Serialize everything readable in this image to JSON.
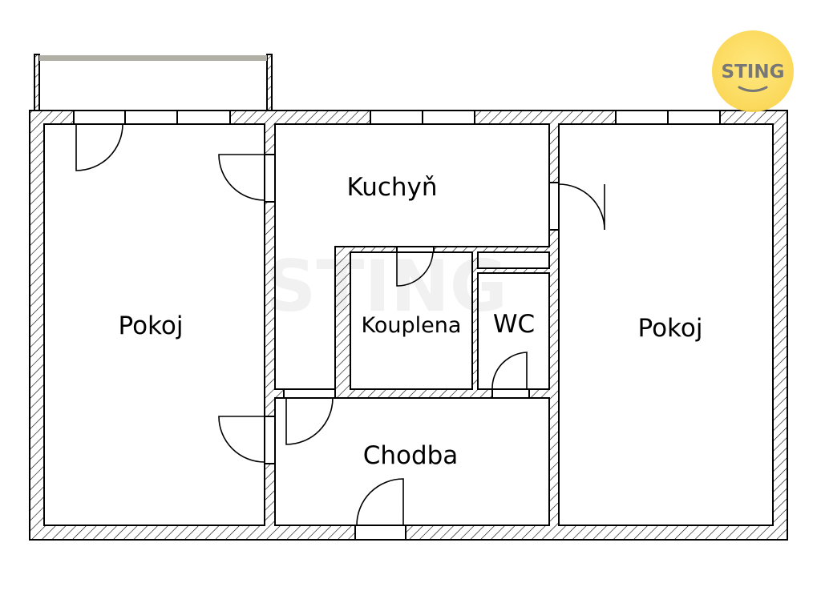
{
  "logo": {
    "text": "STING",
    "color": "#fddc5c",
    "text_color": "#777777"
  },
  "watermark": {
    "text": "STING"
  },
  "rooms": [
    {
      "id": "pokoj-left",
      "label": "Pokoj"
    },
    {
      "id": "kuchyn",
      "label": "Kuchyň"
    },
    {
      "id": "koupelna",
      "label": "Kouplena"
    },
    {
      "id": "wc",
      "label": "WC"
    },
    {
      "id": "chodba",
      "label": "Chodba"
    },
    {
      "id": "pokoj-right",
      "label": "Pokoj"
    }
  ],
  "colors": {
    "wall": "#000000",
    "balcony_rail": "#b0b0a6"
  }
}
